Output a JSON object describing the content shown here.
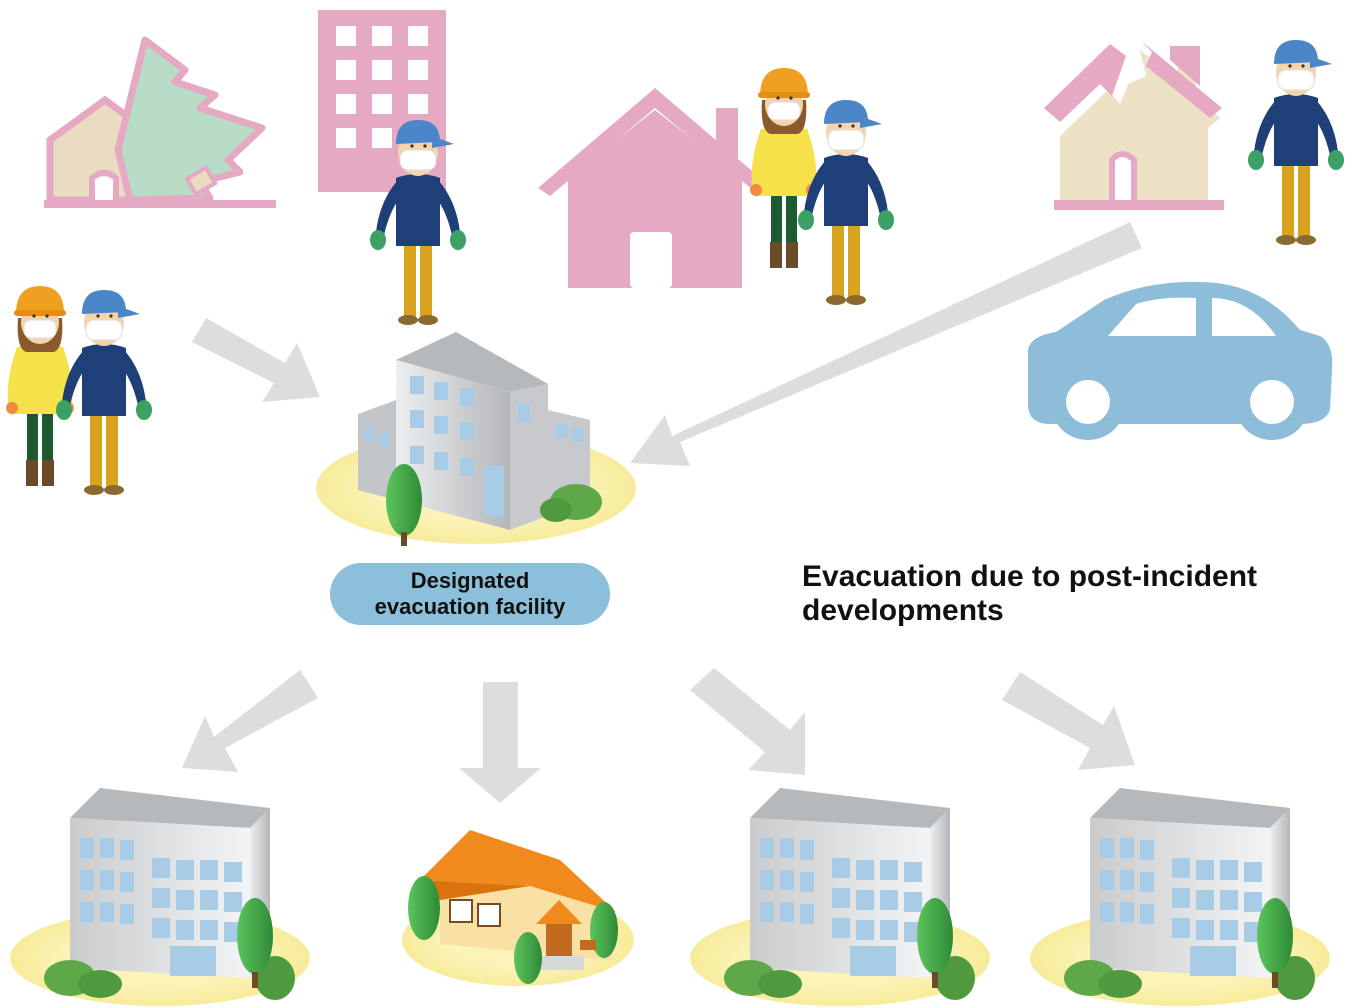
{
  "facility": {
    "label_line1": "Designated",
    "label_line2": "evacuation facility"
  },
  "heading": {
    "line1": "Evacuation due to post-incident",
    "line2": "developments"
  },
  "colors": {
    "pink": "#e5a9c4",
    "arrow_gray": "#dcdddd",
    "label_blue": "#8bbfda",
    "car_blue": "#8dbdd9",
    "ground_yellow": "#fbf3b8",
    "tree_green": "#3aa33a",
    "shirt_navy": "#1f3f78",
    "pants_mustard": "#d9a21f",
    "cap_blue": "#4a86c8",
    "helmet_orange": "#f0a020",
    "jacket_yellow": "#f5e14a"
  },
  "icons": [
    "fallen-tree-house-icon",
    "damaged-house-icon",
    "car-icon",
    "person-icon",
    "building-icon",
    "house-icon",
    "arrow-icon"
  ]
}
